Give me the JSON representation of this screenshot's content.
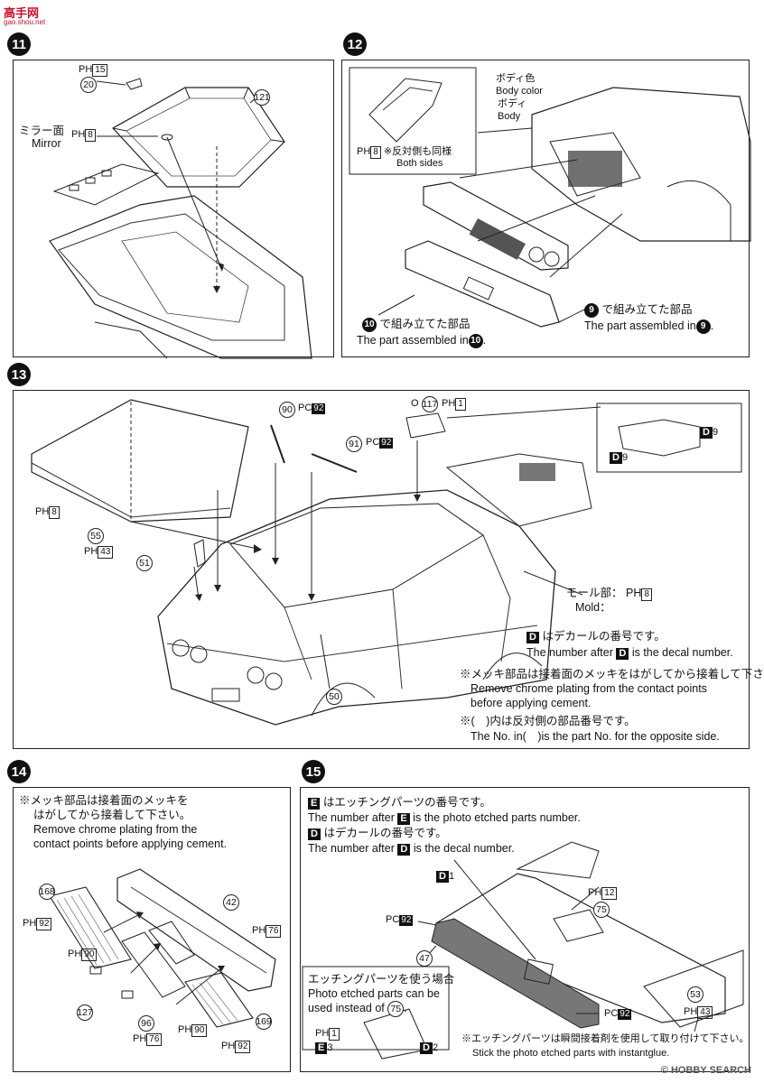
{
  "watermark_top": {
    "brand": "高手网",
    "domain": "gao.shou.net"
  },
  "watermark_bottom": "© HOBBY SEARCH",
  "steps": {
    "s11": {
      "num": "11",
      "part_20": "20",
      "part_121": "121",
      "ph15": "PH",
      "ph15_n": "15",
      "mirror_jp": "ミラー面",
      "mirror_en": "Mirror",
      "ph8": "PH",
      "ph8_n": "8"
    },
    "s12": {
      "num": "12",
      "body_color_jp": "ボディ色",
      "body_color_en": "Body color",
      "body_jp": "ボディ",
      "body_en": "Body",
      "ph8": "PH",
      "ph8_n": "8",
      "both_sides_jp": "※反対側も同様",
      "both_sides_en": "Both sides",
      "assembled10_jp": "で組み立てた部品",
      "assembled10_num": "10",
      "assembled10_en": "The part assembled in",
      "assembled9_jp": "で組み立てた部品",
      "assembled9_num": "9",
      "assembled9_en": "The part assembled in"
    },
    "s13": {
      "num": "13",
      "part_90": "90",
      "part_91": "91",
      "part_117": "117",
      "part_55": "55",
      "part_51": "51",
      "part_50": "50",
      "pc": "PC",
      "pc_n": "92",
      "o_label": "O",
      "ph1": "PH",
      "ph1_n": "1",
      "ph8": "PH",
      "ph8_n": "8",
      "ph43": "PH",
      "ph43_n": "43",
      "decal_d": "D",
      "decal_9": "9",
      "mold_jp": "モール部：",
      "mold_en": "Mold：",
      "mold_ph": "PH",
      "mold_ph_n": "8",
      "d_note_jp": "はデカールの番号です。",
      "d_note_en_pre": "The number after",
      "d_note_en_post": "is the decal number.",
      "chrome_jp": "※メッキ部品は接着面のメッキをはがしてから接着して下さい。",
      "chrome_en1": "Remove chrome plating from the contact points",
      "chrome_en2": "before applying cement.",
      "opp_jp": "※(　)内は反対側の部品番号です。",
      "opp_en": "The No. in(　)is the part No. for the opposite side."
    },
    "s14": {
      "num": "14",
      "chrome_jp1": "※メッキ部品は接着面のメッキを",
      "chrome_jp2": "はがしてから接着して下さい。",
      "chrome_en1": "Remove chrome plating from the",
      "chrome_en2": "contact points before applying cement.",
      "part_168": "168",
      "part_42": "42",
      "part_127": "127",
      "part_96": "96",
      "part_169": "169",
      "ph92a": "92",
      "ph90a": "90",
      "ph76a": "76",
      "ph76b": "76",
      "ph90b": "90",
      "ph92b": "92",
      "ph": "PH"
    },
    "s15": {
      "num": "15",
      "e_jp": "はエッチングパーツの番号です。",
      "e_letter": "E",
      "e_en_pre": "The number after",
      "e_en_post": "is the photo etched parts number.",
      "d_jp": "はデカールの番号です。",
      "d_letter": "D",
      "d_en_pre": "The number after",
      "d_en_post": "is the decal number.",
      "d1_letter": "D",
      "d1_num": "1",
      "ph12": "PH",
      "ph12_n": "12",
      "part_75": "75",
      "pc92a": "PC",
      "pc92a_n": "92",
      "part_47": "47",
      "part_53": "53",
      "ph43": "PH",
      "ph43_n": "43",
      "pc92b": "PC",
      "pc92b_n": "92",
      "etched_jp": "エッチングパーツを使う場合",
      "etched_en1": "Photo etched parts can be",
      "etched_en2": "used instead of",
      "etched_part": "75",
      "ph1": "PH",
      "ph1_n": "1",
      "e3": "E",
      "e3_n": "3",
      "d2": "D",
      "d2_n": "2",
      "glue_jp": "※エッチングパーツは瞬間接着剤を使用して取り付けて下さい。",
      "glue_en": "Stick the photo etched parts with instantglue."
    }
  }
}
